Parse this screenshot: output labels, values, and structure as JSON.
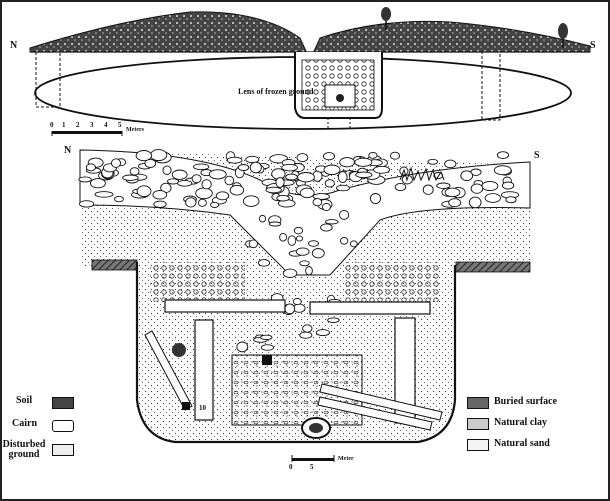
{
  "top_section": {
    "north_label": "N",
    "south_label": "S",
    "lens_label": "Lens of frozen ground",
    "scale_ticks": [
      "0",
      "1",
      "2",
      "3",
      "4",
      "5"
    ],
    "scale_unit": "Meters"
  },
  "bottom_section": {
    "north_label": "N",
    "south_label": "S",
    "scale_ticks": [
      "0",
      "5"
    ],
    "scale_unit": "Meter",
    "marker_label": "10"
  },
  "legend_left": [
    {
      "label": "Soil",
      "pattern": "soil"
    },
    {
      "label": "Cairn",
      "pattern": "cairn"
    },
    {
      "label": "Disturbed ground",
      "pattern": "disturbed"
    }
  ],
  "legend_right": [
    {
      "label": "Buried surface",
      "pattern": "hatch"
    },
    {
      "label": "Natural clay",
      "pattern": "clay"
    },
    {
      "label": "Natural sand",
      "pattern": "sand"
    }
  ],
  "colors": {
    "ink": "#111111",
    "paper": "#ffffff",
    "buried": "#555555"
  }
}
